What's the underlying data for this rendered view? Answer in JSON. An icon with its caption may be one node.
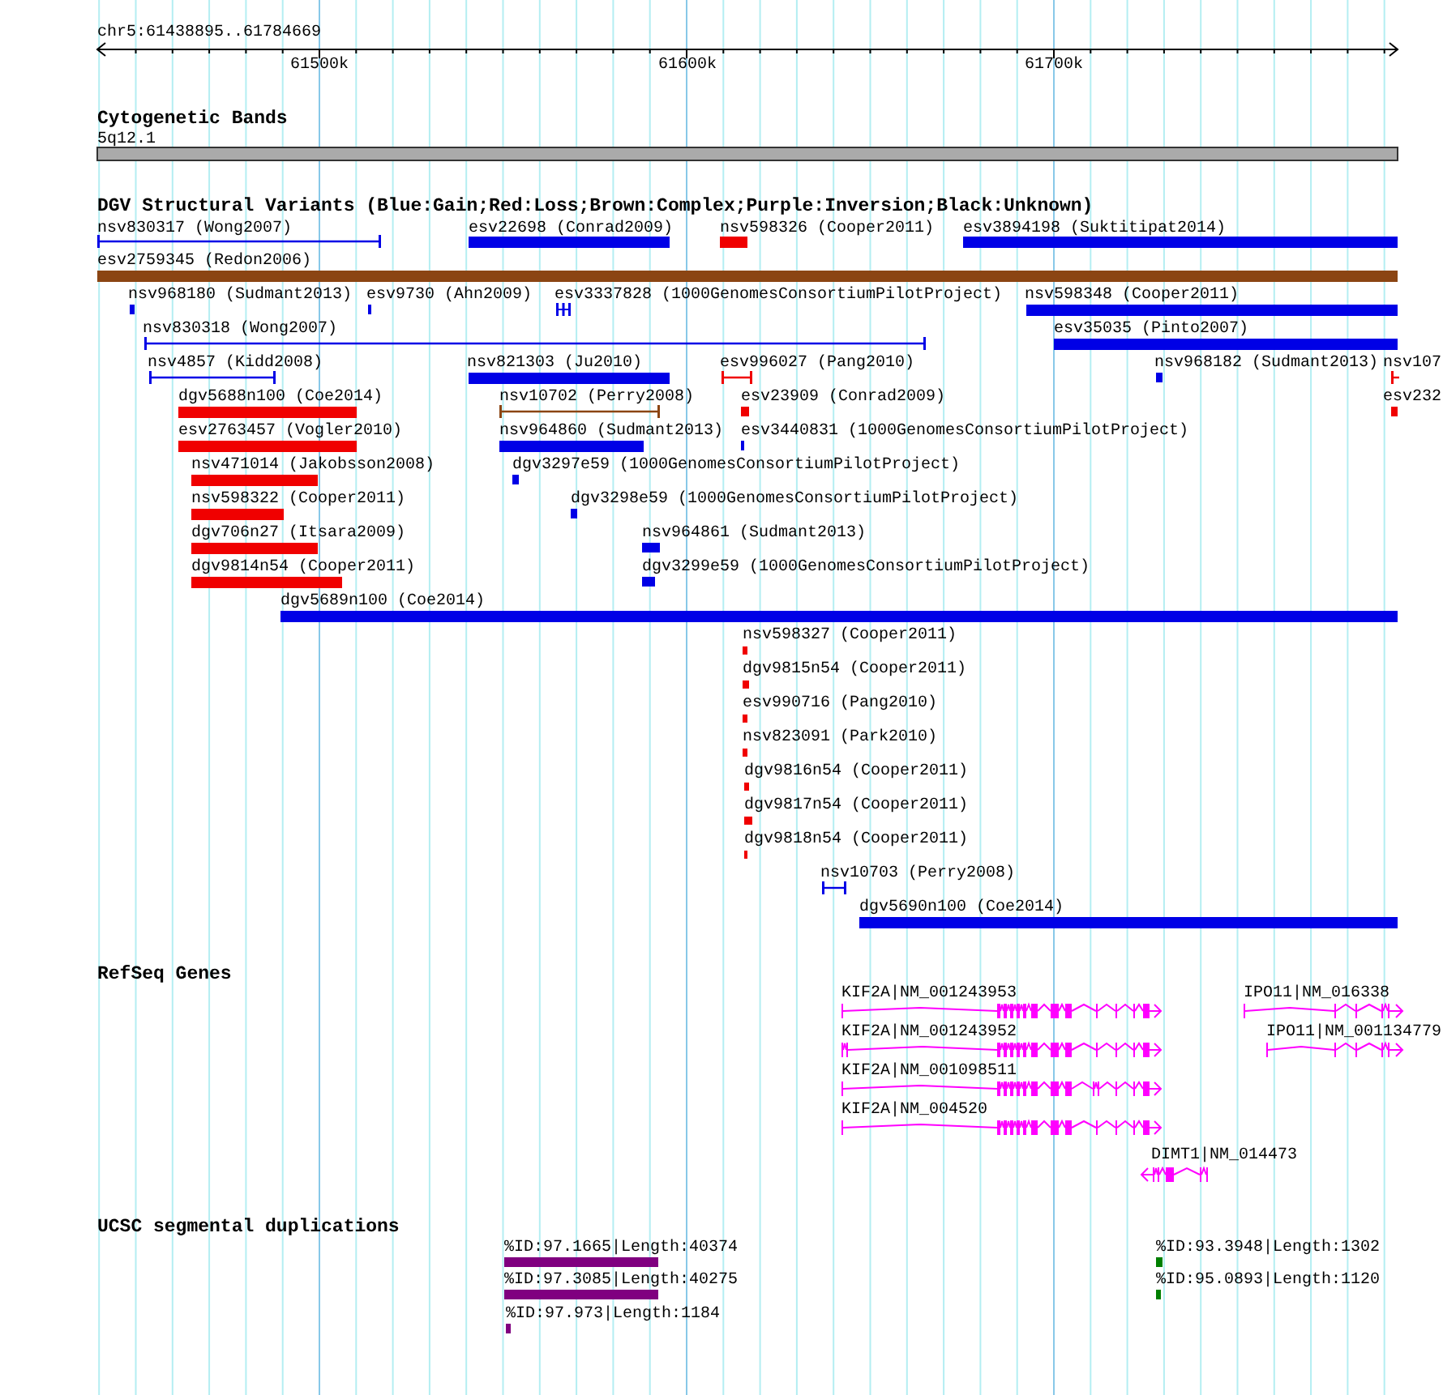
{
  "diagram": {
    "nodes": [
      {
        "text": [],
        "shape": "bar",
        "beside": [
          "5q12.1"
        ]
      },
      {
        "text": [],
        "shape": "bar",
        "beside": [
          "nsv830317 (Wong2007)"
        ]
      },
      {
        "text": [],
        "shape": "bar",
        "beside": [
          "esv22698 (Conrad2009)"
        ]
      },
      {
        "text": [],
        "shape": "bar",
        "beside": [
          "nsv598326 (Cooper2011)"
        ]
      },
      {
        "text": [],
        "shape": "bar",
        "beside": [
          "esv3894198 (Suktitipat2014)"
        ]
      },
      {
        "text": [],
        "shape": "bar",
        "beside": [
          "esv2759345 (Redon2006)"
        ]
      },
      {
        "text": [],
        "shape": "bar",
        "beside": [
          "nsv968180 (Sudmant2013)"
        ]
      },
      {
        "text": [],
        "shape": "bar",
        "beside": [
          "esv9730 (Ahn2009)"
        ]
      },
      {
        "text": [],
        "shape": "bar",
        "beside": [
          "esv3337828 (1000GenomesConsortiumPilotProject)"
        ]
      },
      {
        "text": [],
        "shape": "bar",
        "beside": [
          "nsv598348 (Cooper2011)"
        ]
      },
      {
        "text": [],
        "shape": "bar",
        "beside": [
          "nsv830318 (Wong2007)"
        ]
      },
      {
        "text": [],
        "shape": "bar",
        "beside": [
          "esv35035 (Pinto2007)"
        ]
      },
      {
        "text": [],
        "shape": "bar",
        "beside": [
          "nsv4857 (Kidd2008)"
        ]
      },
      {
        "text": [],
        "shape": "bar",
        "beside": [
          "nsv821303 (Ju2010)"
        ]
      },
      {
        "text": [],
        "shape": "bar",
        "beside": [
          "esv996027 (Pang2010)"
        ]
      },
      {
        "text": [],
        "shape": "bar",
        "beside": [
          "nsv968182 (Sudmant2013)"
        ]
      },
      {
        "text": [],
        "shape": "bar",
        "beside": [
          "nsv107"
        ]
      },
      {
        "text": [],
        "shape": "bar",
        "beside": [
          "dgv5688n100 (Coe2014)"
        ]
      },
      {
        "text": [],
        "shape": "bar",
        "beside": [
          "nsv10702 (Perry2008)"
        ]
      },
      {
        "text": [],
        "shape": "bar",
        "beside": [
          "esv23909 (Conrad2009)"
        ]
      },
      {
        "text": [],
        "shape": "bar",
        "beside": [
          "esv232"
        ]
      },
      {
        "text": [],
        "shape": "bar",
        "beside": [
          "esv2763457 (Vogler2010)"
        ]
      },
      {
        "text": [],
        "shape": "bar",
        "beside": [
          "nsv964860 (Sudmant2013)"
        ]
      },
      {
        "text": [],
        "shape": "bar",
        "beside": [
          "esv3440831 (1000GenomesConsortiumPilotProject)"
        ]
      },
      {
        "text": [],
        "shape": "bar",
        "beside": [
          "nsv471014 (Jakobsson2008)"
        ]
      },
      {
        "text": [],
        "shape": "bar",
        "beside": [
          "dgv3297e59 (1000GenomesConsortiumPilotProject)"
        ]
      },
      {
        "text": [],
        "shape": "bar",
        "beside": [
          "nsv598322 (Cooper2011)"
        ]
      },
      {
        "text": [],
        "shape": "bar",
        "beside": [
          "dgv3298e59 (1000GenomesConsortiumPilotProject)"
        ]
      },
      {
        "text": [],
        "shape": "bar",
        "beside": [
          "dgv706n27 (Itsara2009)"
        ]
      },
      {
        "text": [],
        "shape": "bar",
        "beside": [
          "nsv964861 (Sudmant2013)"
        ]
      },
      {
        "text": [],
        "shape": "bar",
        "beside": [
          "dgv9814n54 (Cooper2011)"
        ]
      },
      {
        "text": [],
        "shape": "bar",
        "beside": [
          "dgv3299e59 (1000GenomesConsortiumPilotProject)"
        ]
      },
      {
        "text": [],
        "shape": "bar",
        "beside": [
          "dgv5689n100 (Coe2014)"
        ]
      },
      {
        "text": [],
        "shape": "bar",
        "beside": [
          "nsv598327 (Cooper2011)"
        ]
      },
      {
        "text": [],
        "shape": "bar",
        "beside": [
          "dgv9815n54 (Cooper2011)"
        ]
      },
      {
        "text": [],
        "shape": "bar",
        "beside": [
          "esv990716 (Pang2010)"
        ]
      },
      {
        "text": [],
        "shape": "bar",
        "beside": [
          "nsv823091 (Park2010)"
        ]
      },
      {
        "text": [],
        "shape": "bar",
        "beside": [
          "dgv9816n54 (Cooper2011)"
        ]
      },
      {
        "text": [],
        "shape": "bar",
        "beside": [
          "dgv9817n54 (Cooper2011)"
        ]
      },
      {
        "text": [],
        "shape": "bar",
        "beside": [
          "dgv9818n54 (Cooper2011)"
        ]
      },
      {
        "text": [],
        "shape": "bar",
        "beside": [
          "nsv10703 (Perry2008)"
        ]
      },
      {
        "text": [],
        "shape": "bar",
        "beside": [
          "dgv5690n100 (Coe2014)"
        ]
      },
      {
        "text": [],
        "shape": "bar",
        "beside": [
          "KIF2A|NM_001243953"
        ]
      },
      {
        "text": [],
        "shape": "bar",
        "beside": [
          "IPO11|NM_016338"
        ]
      },
      {
        "text": [],
        "shape": "bar",
        "beside": [
          "KIF2A|NM_001243952"
        ]
      },
      {
        "text": [],
        "shape": "bar",
        "beside": [
          "IPO11|NM_001134779"
        ]
      },
      {
        "text": [],
        "shape": "bar",
        "beside": [
          "KIF2A|NM_001098511"
        ]
      },
      {
        "text": [],
        "shape": "bar",
        "beside": [
          "KIF2A|NM_004520"
        ]
      },
      {
        "text": [],
        "shape": "bar",
        "beside": [
          "DIMT1|NM_014473"
        ]
      },
      {
        "text": [],
        "shape": "bar",
        "beside": [
          "%ID:97.1665|Length:40374"
        ]
      },
      {
        "text": [],
        "shape": "bar",
        "beside": [
          "%ID:93.3948|Length:1302"
        ]
      },
      {
        "text": [],
        "shape": "bar",
        "beside": [
          "%ID:97.3085|Length:40275"
        ]
      },
      {
        "text": [],
        "shape": "bar",
        "beside": [
          "%ID:95.0893|Length:1120"
        ]
      },
      {
        "text": [],
        "shape": "bar",
        "beside": [
          "%ID:97.973|Length:1184"
        ]
      }
    ],
    "labels": [
      "chr5:61438895..61784669",
      "61500k",
      "61600k",
      "61700k",
      "Cytogenetic Bands",
      "DGV Structural Variants (Blue:Gain;Red:Loss;Brown:Complex;Purple:Inversion;Black:Unknown)",
      "RefSeq Genes",
      "UCSC segmental duplications"
    ]
  }
}
